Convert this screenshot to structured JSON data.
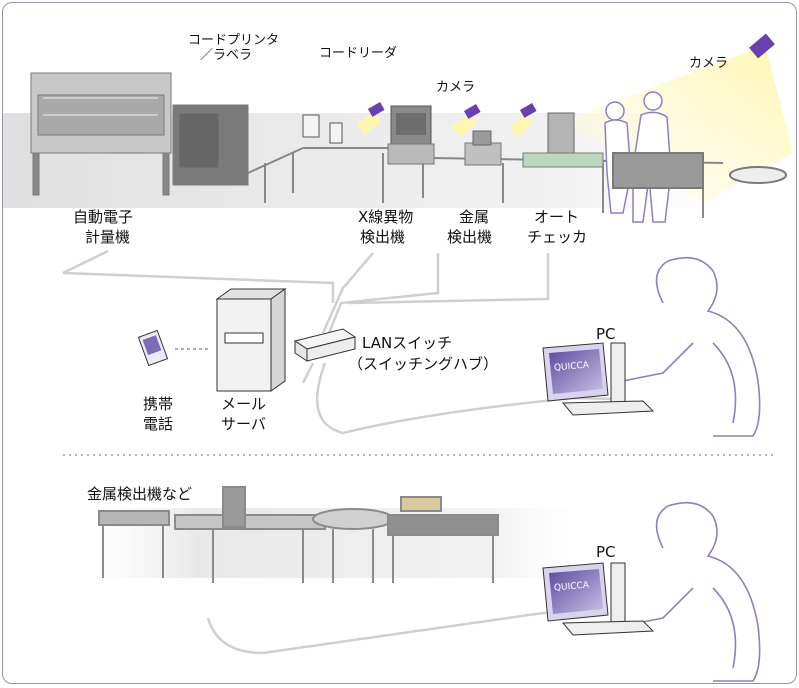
{
  "labels": {
    "code_printer_1": "コードプリンタ",
    "code_printer_2": "／ラベラ",
    "code_reader": "コードリーダ",
    "camera_1": "カメラ",
    "camera_2": "カメラ",
    "scale_1": "自動電子",
    "scale_2": "計量機",
    "xray_1": "X線異物",
    "xray_2": "検出機",
    "metal_1": "金属",
    "metal_2": "検出機",
    "checker_1": "オート",
    "checker_2": "チェッカ",
    "lan_1": "LANスイッチ",
    "lan_2": "（スイッチングハブ）",
    "pc_1": "PC",
    "phone_1": "携帯",
    "phone_2": "電話",
    "mail_1": "メール",
    "mail_2": "サーバ",
    "lower_title": "金属検出機など",
    "pc_2": "PC",
    "screen_logo": "QUICCA"
  },
  "colors": {
    "frame": "#9a8fb8",
    "camera": "#6a3fb0",
    "beam": "#fff3a0",
    "line": "#c9c9c9",
    "person": "#a89bd0",
    "screen": "#7d6bb6"
  }
}
